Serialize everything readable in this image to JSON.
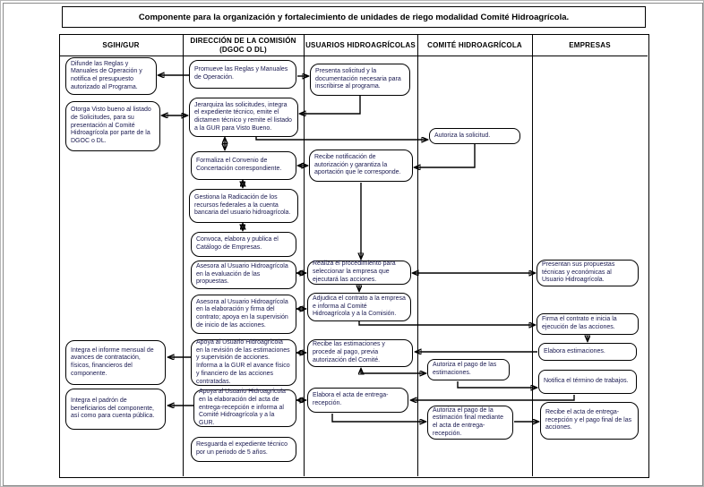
{
  "title": "Componente para la organización y fortalecimiento de unidades de riego modalidad Comité Hidroagrícola.",
  "lanes": [
    {
      "header": "SGIH/GUR",
      "boxes": [
        "Difunde las Reglas y Manuales de Operación y notifica el presupuesto autorizado al Programa.",
        "Otorga Visto bueno al listado de Solicitudes, para su presentación al Comité Hidroagrícola por parte de la DGOC o DL.",
        "Integra el informe mensual de avances de contratación, físicos, financieros del componente.",
        "Integra el padrón de beneficiarios del componente, así como para cuenta pública."
      ]
    },
    {
      "header": "DIRECCIÓN DE LA COMISIÓN (DGOC O DL)",
      "boxes": [
        "Promueve las Reglas y Manuales de Operación.",
        "Jerarquiza las solicitudes, integra el expediente técnico, emite el dictamen técnico y remite el listado a la GUR para Visto Bueno.",
        "Formaliza el Convenio de Concertación correspondiente.",
        "Gestiona la Radicación de los recursos federales a la cuenta bancaria del usuario hidroagrícola.",
        "Convoca, elabora y publica el Catálogo de Empresas.",
        "Asesora al Usuario Hidroagrícola en la evaluación de las propuestas.",
        "Asesora al Usuario Hidroagrícola en la elaboración y firma del contrato; apoya en la supervisión de inicio de las acciones.",
        "Apoya al Usuario Hidroagrícola en la revisión de las estimaciones y supervisión de acciones. Informa a la GUR el avance físico y financiero de las acciones contratadas.",
        "Apoya al Usuario Hidroagrícola en la elaboración del acta de entrega-recepción e informa al Comité Hidroagrícola y a la GUR.",
        "Resguarda el expediente técnico por un periodo de 5 años."
      ]
    },
    {
      "header": "USUARIOS HIDROAGRÍCOLAS",
      "boxes": [
        "Presenta solicitud y la documentación necesaria para inscribirse al programa.",
        "Recibe notificación de autorización y garantiza la aportación que le corresponde.",
        "Realiza el procedimiento para seleccionar la empresa que ejecutará las acciones.",
        "Adjudica el contrato a la empresa e informa al Comité Hidroagrícola y a la Comisión.",
        "Recibe las estimaciones y procede al pago, previa autorización del Comité.",
        "Elabora el acta de entrega-recepción."
      ]
    },
    {
      "header": "COMITÉ HIDROAGRÍCOLA",
      "boxes": [
        "Autoriza la solicitud.",
        "Autoriza el pago de las estimaciones.",
        "Autoriza el pago de la estimación final mediante el acta de entrega-recepción."
      ]
    },
    {
      "header": "EMPRESAS",
      "boxes": [
        "Presentan sus propuestas técnicas y económicas al Usuario Hidroagrícola.",
        "Firma el contrato e inicia la ejecución de las acciones.",
        "Elabora estimaciones.",
        "Notifica el término de trabajos.",
        "Recibe el acta de entrega-recepción y el pago final de las acciones."
      ]
    }
  ],
  "connections": [
    {
      "from": "dir-promueve-reglas",
      "to": "gur-difunde-reglas",
      "type": "arrow"
    },
    {
      "from": "gur-otorga-visto-bueno",
      "to": "dir-jerarquiza",
      "type": "double-arrow"
    },
    {
      "from": "dir-promueve-reglas",
      "to": "usr-presenta-solicitud",
      "type": "arrow"
    },
    {
      "from": "usr-presenta-solicitud",
      "to": "dir-jerarquiza",
      "type": "arrow"
    },
    {
      "from": "dir-jerarquiza",
      "to": "com-autoriza-solicitud",
      "type": "arrow"
    },
    {
      "from": "com-autoriza-solicitud",
      "to": "usr-recibe-notificacion",
      "type": "arrow"
    },
    {
      "from": "dir-jerarquiza",
      "to": "dir-formaliza-convenio",
      "type": "double-arrow"
    },
    {
      "from": "dir-formaliza-convenio",
      "to": "usr-recibe-notificacion",
      "type": "double-arrow"
    },
    {
      "from": "dir-formaliza-convenio",
      "to": "dir-gestiona-radicacion",
      "type": "double-arrow"
    },
    {
      "from": "dir-gestiona-radicacion",
      "to": "dir-convoca-catalogo",
      "type": "double-arrow"
    },
    {
      "from": "usr-recibe-notificacion",
      "to": "usr-realiza-procedimiento",
      "type": "arrow"
    },
    {
      "from": "dir-asesora-evaluacion",
      "to": "usr-realiza-procedimiento",
      "type": "double-arrow"
    },
    {
      "from": "usr-realiza-procedimiento",
      "to": "emp-presentan-propuestas",
      "type": "double-arrow"
    },
    {
      "from": "usr-realiza-procedimiento",
      "to": "usr-adjudica-contrato",
      "type": "arrow"
    },
    {
      "from": "dir-asesora-contrato",
      "to": "usr-adjudica-contrato",
      "type": "double-arrow"
    },
    {
      "from": "usr-adjudica-contrato",
      "to": "emp-firma-contrato",
      "type": "arrow"
    },
    {
      "from": "emp-firma-contrato",
      "to": "emp-elabora-estimaciones",
      "type": "arrow"
    },
    {
      "from": "emp-elabora-estimaciones",
      "to": "usr-recibe-estimaciones",
      "type": "arrow"
    },
    {
      "from": "dir-apoya-revision",
      "to": "usr-recibe-estimaciones",
      "type": "double-arrow"
    },
    {
      "from": "dir-apoya-revision",
      "to": "gur-integra-informe",
      "type": "arrow"
    },
    {
      "from": "usr-recibe-estimaciones",
      "to": "com-autoriza-pago-estimaciones",
      "type": "double-arrow"
    },
    {
      "from": "com-autoriza-pago-estimaciones",
      "to": "emp-notifica-termino",
      "type": "arrow"
    },
    {
      "from": "emp-notifica-termino",
      "to": "usr-elabora-acta",
      "type": "arrow"
    },
    {
      "from": "dir-apoya-acta",
      "to": "usr-elabora-acta",
      "type": "double-arrow"
    },
    {
      "from": "dir-apoya-acta",
      "to": "gur-integra-padron",
      "type": "arrow"
    },
    {
      "from": "usr-elabora-acta",
      "to": "com-autoriza-pago-final",
      "type": "arrow"
    },
    {
      "from": "com-autoriza-pago-final",
      "to": "emp-recibe-acta",
      "type": "arrow"
    }
  ]
}
